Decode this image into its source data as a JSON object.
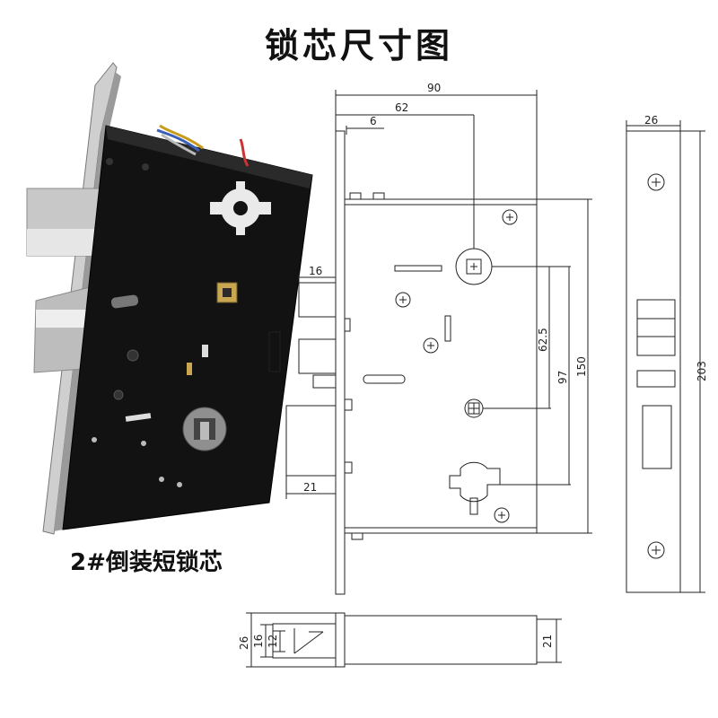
{
  "title": "锁芯尺寸图",
  "photo_caption": "2#倒装短锁芯",
  "dimensions": {
    "width_total": "90",
    "spindle_offset": "62",
    "faceplate_offset": "6",
    "latch_projection": "16",
    "deadbolt_projection": "21",
    "center_to_center": "62.5",
    "spindle_to_bottom": "97",
    "case_height": "150",
    "faceplate_width": "26",
    "faceplate_height": "203",
    "bolt_face_height": "26",
    "bolt_inner_height": "16",
    "bolt_inner_small": "12",
    "bolt_side_height": "21"
  }
}
